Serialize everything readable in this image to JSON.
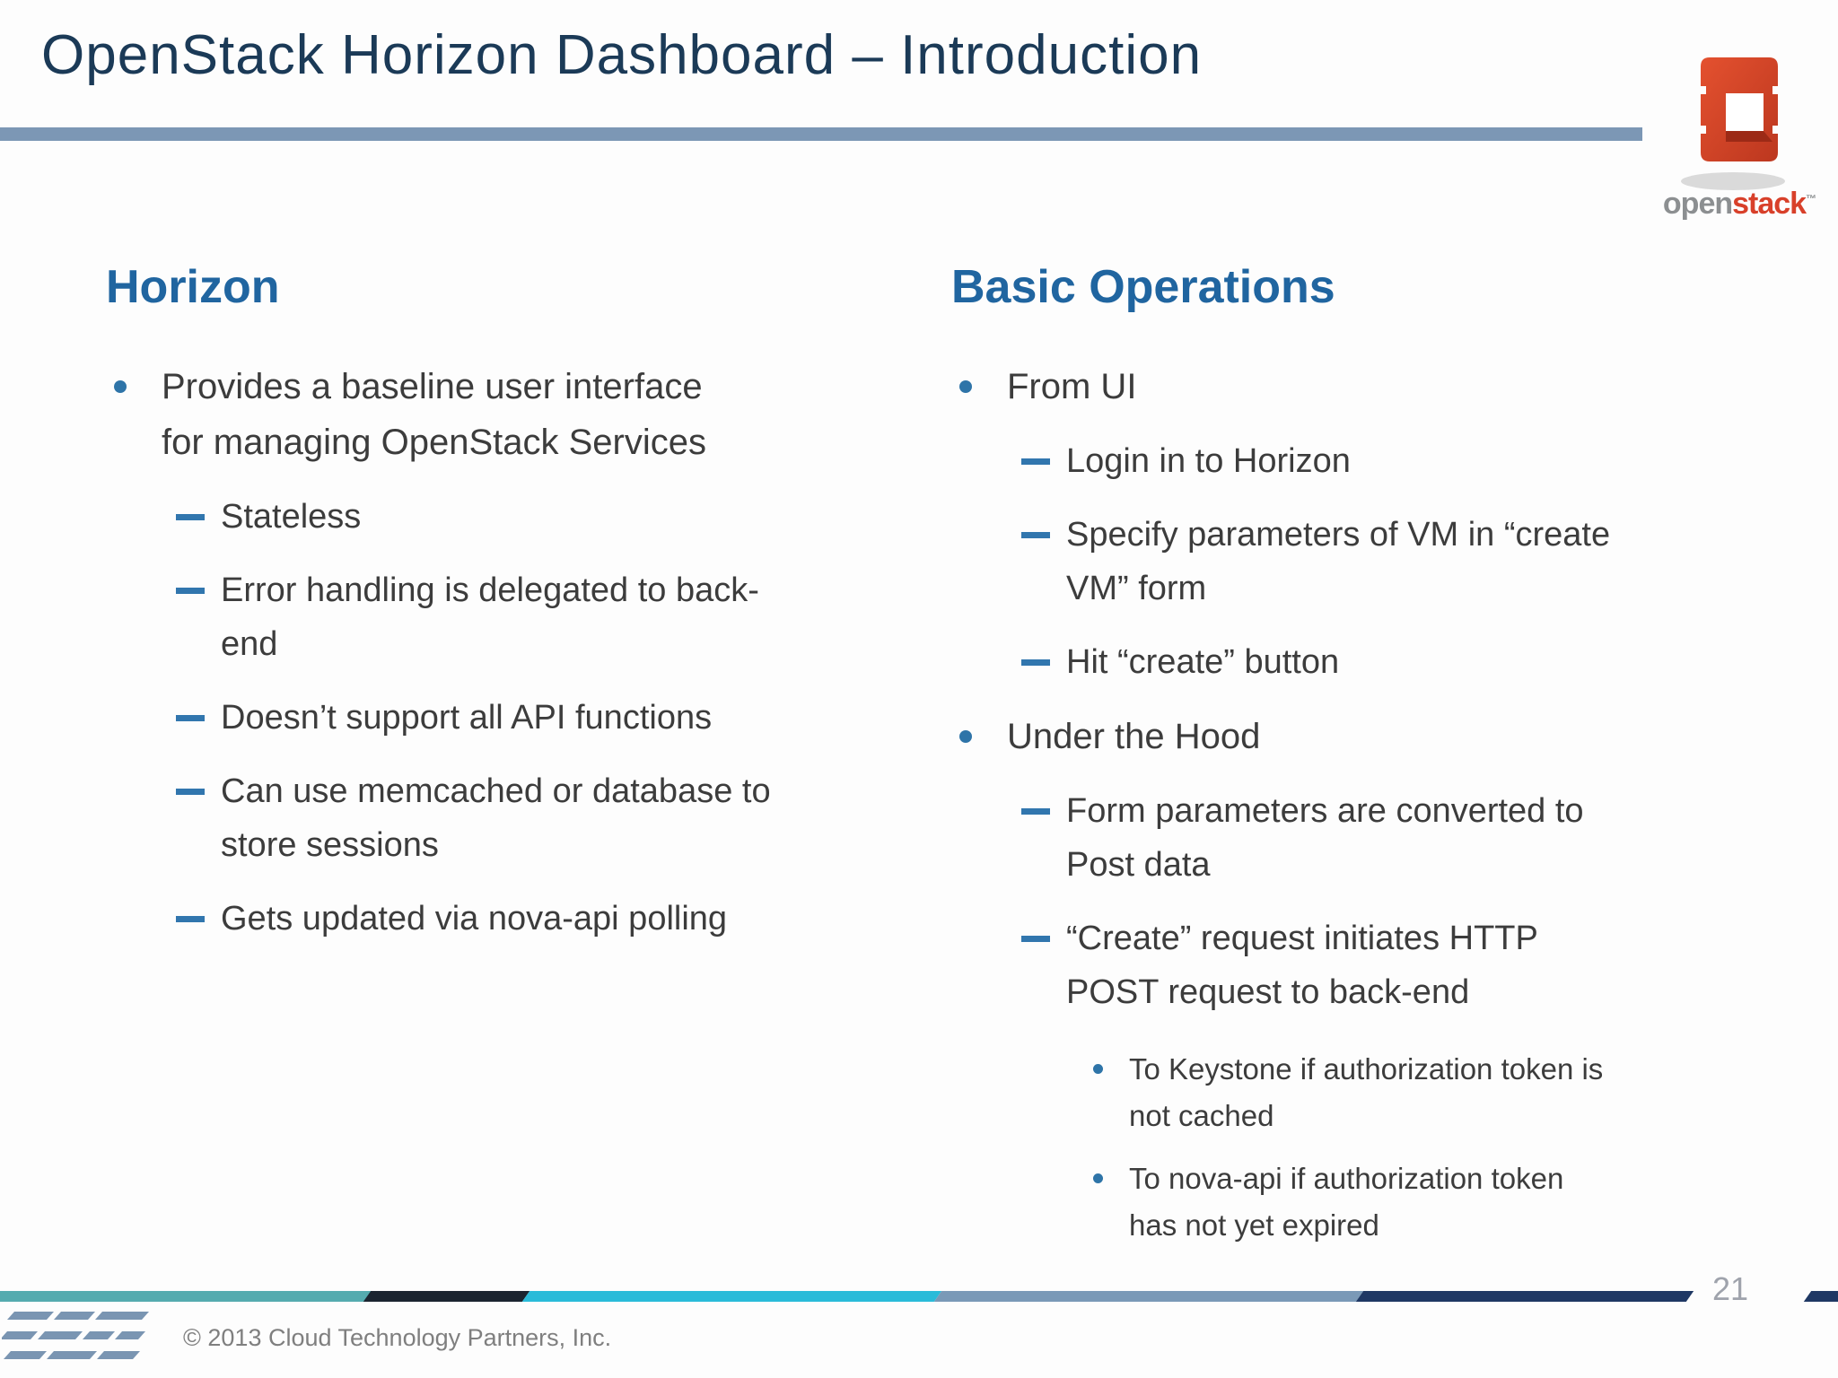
{
  "slide": {
    "title": "OpenStack Horizon Dashboard – Introduction",
    "page_number": "21",
    "copyright": "© 2013 Cloud Technology Partners, Inc."
  },
  "openstack_logo": {
    "word_open": "open",
    "word_stack": "stack",
    "trademark": "™"
  },
  "colors": {
    "title_navy": "#1b3a57",
    "heading_blue": "#2065a0",
    "body_text": "#3c3c3c",
    "title_rule": "#7c97b5",
    "bullet_blue": "#2e74a8",
    "dash_blue": "#3176ae",
    "stripe_teal": "#55abaf",
    "stripe_dark": "#1b2430",
    "stripe_cyan": "#2abbd9",
    "stripe_steel": "#7a99b7",
    "stripe_navy": "#1f3864",
    "openstack_red": "#d8402a",
    "openstack_gray": "#8c8f91"
  },
  "left_column": {
    "heading": "Horizon",
    "bullet": {
      "lines": [
        "Provides a baseline user interface",
        "for managing OpenStack Services"
      ]
    },
    "sub_bullets": [
      {
        "lines": [
          "Stateless",
          ""
        ]
      },
      {
        "lines": [
          "Error handling is delegated to back-",
          "end"
        ]
      },
      {
        "lines": [
          "Doesn’t support all API functions",
          ""
        ]
      },
      {
        "lines": [
          "Can use memcached or database to",
          "store sessions"
        ]
      },
      {
        "lines": [
          "Gets updated via nova-api polling",
          ""
        ]
      }
    ]
  },
  "right_column": {
    "heading": "Basic Operations",
    "group1": {
      "bullet": {
        "lines": [
          "From UI"
        ]
      },
      "sub_bullets": [
        {
          "lines": [
            "Login in to Horizon",
            ""
          ]
        },
        {
          "lines": [
            "Specify parameters of VM in “create",
            "VM” form"
          ]
        },
        {
          "lines": [
            "Hit “create” button",
            ""
          ]
        }
      ]
    },
    "group2": {
      "bullet": {
        "lines": [
          "Under the Hood"
        ]
      },
      "sub_bullets": [
        {
          "lines": [
            "Form parameters are converted to",
            "Post data"
          ]
        },
        {
          "lines": [
            "“Create” request initiates HTTP",
            "POST request to back-end"
          ]
        }
      ],
      "sub_sub_bullets": [
        {
          "lines": [
            "To Keystone if authorization token is",
            "not cached"
          ]
        },
        {
          "lines": [
            "To nova-api if authorization token",
            "has not yet expired"
          ]
        }
      ]
    }
  }
}
